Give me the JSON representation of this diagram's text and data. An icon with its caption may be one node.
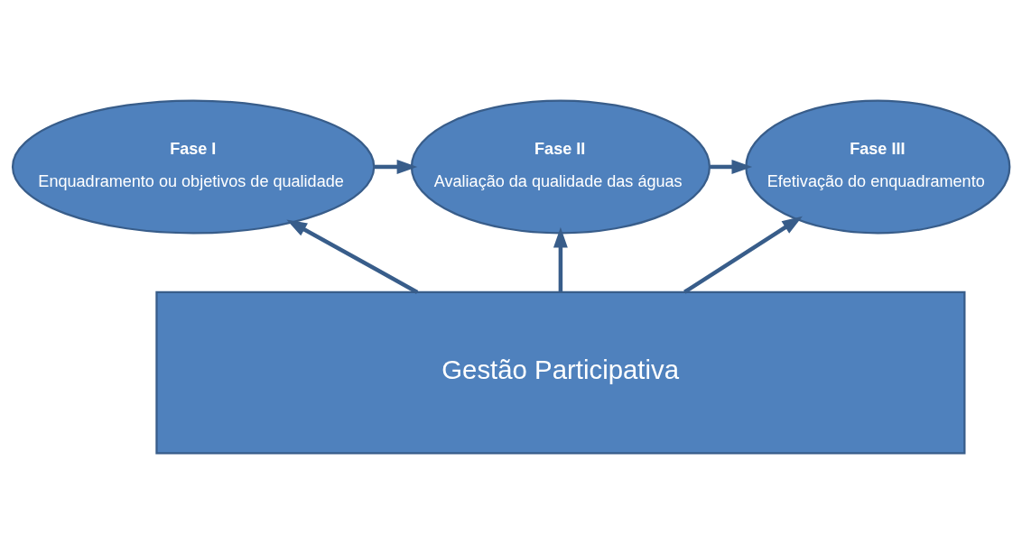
{
  "diagram": {
    "nodes": [
      {
        "text": [
          "Fase I",
          "Enquadramento ou objetivos de qualidade"
        ]
      },
      {
        "text": [
          "Fase II",
          "Avaliação da qualidade das águas"
        ]
      },
      {
        "text": [
          "Fase III",
          "Efetivação do enquadramento"
        ]
      },
      {
        "text": [
          "Gestão Participativa"
        ]
      }
    ],
    "edges": [
      {
        "from": 0,
        "to": 1,
        "arrow": "to"
      },
      {
        "from": 1,
        "to": 2,
        "arrow": "to"
      },
      {
        "from": 3,
        "to": 0,
        "arrow": "to"
      },
      {
        "from": 3,
        "to": 1,
        "arrow": "to"
      },
      {
        "from": 3,
        "to": 2,
        "arrow": "to"
      }
    ]
  }
}
